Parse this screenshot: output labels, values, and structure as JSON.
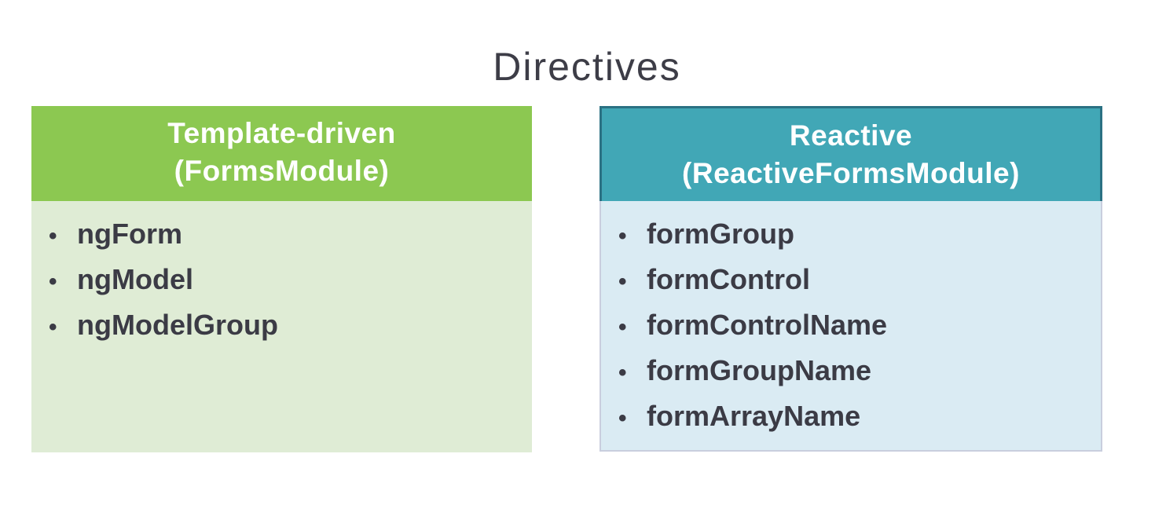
{
  "title": "Directives",
  "cards": [
    {
      "name": "template-driven",
      "header_line1": "Template-driven",
      "header_line2": "(FormsModule)",
      "items": [
        "ngForm",
        "ngModel",
        "ngModelGroup"
      ],
      "colors": {
        "header_bg": "#8cc851",
        "body_bg": "#dfecd5"
      }
    },
    {
      "name": "reactive",
      "header_line1": "Reactive",
      "header_line2": "(ReactiveFormsModule)",
      "items": [
        "formGroup",
        "formControl",
        "formControlName",
        "formGroupName",
        "formArrayName"
      ],
      "colors": {
        "header_bg": "#41a7b6",
        "header_border": "#2b7183",
        "body_bg": "#daebf3",
        "body_border": "#c9cede"
      }
    }
  ],
  "text_colors": {
    "title": "#3d3d47",
    "header_text": "#ffffff",
    "bullet_text": "#3b3b45"
  }
}
